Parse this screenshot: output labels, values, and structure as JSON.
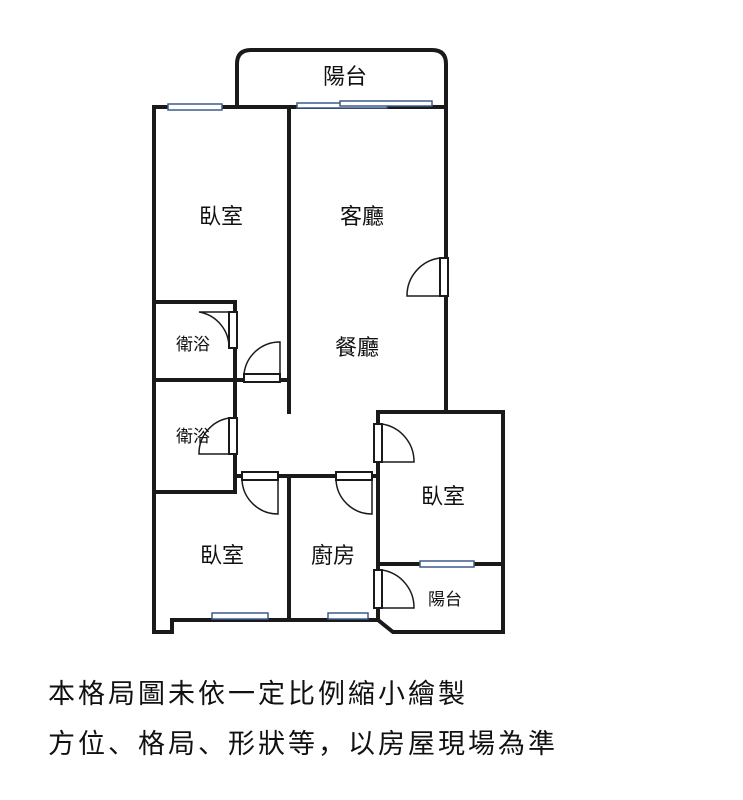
{
  "plan": {
    "rooms": {
      "balcony_top": "陽台",
      "bedroom_top_left": "臥室",
      "living_room": "客廳",
      "dining_room": "餐廳",
      "bathroom_1": "衛浴",
      "bathroom_2": "衛浴",
      "bedroom_right": "臥室",
      "bedroom_bottom_left": "臥室",
      "kitchen": "廚房",
      "balcony_bottom": "陽台"
    }
  },
  "notes": {
    "line1": "本格局圖未依一定比例縮小繪製",
    "line2": "方位、格局、形狀等，以房屋現場為準"
  }
}
